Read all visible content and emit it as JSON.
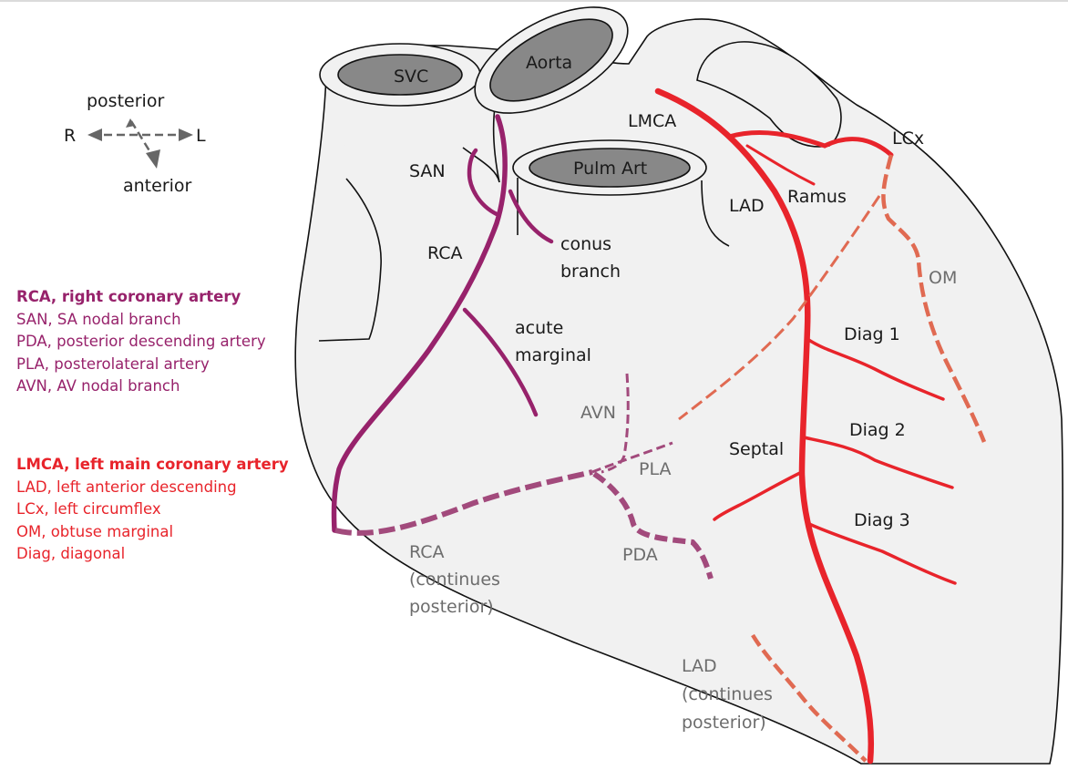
{
  "colors": {
    "rca": "#97226b",
    "rca_dashed": "#a24a7c",
    "left": "#e8242b",
    "left_dashed": "#e06a52",
    "heart_fill": "#f1f1f1",
    "vessel_fill": "#888888"
  },
  "orientation": {
    "posterior": "posterior",
    "anterior": "anterior",
    "right": "R",
    "left": "L"
  },
  "vessels": {
    "svc": "SVC",
    "aorta": "Aorta",
    "pulm_art": "Pulm Art"
  },
  "labels": {
    "san": "SAN",
    "rca": "RCA",
    "conus_1": "conus",
    "conus_2": "branch",
    "acute_1": "acute",
    "acute_2": "marginal",
    "avn": "AVN",
    "pla": "PLA",
    "pda": "PDA",
    "rca_cont_1": "RCA",
    "rca_cont_2": "(continues",
    "rca_cont_3": "posterior)",
    "lmca": "LMCA",
    "lcx": "LCx",
    "lad": "LAD",
    "ramus": "Ramus",
    "om": "OM",
    "diag1": "Diag 1",
    "diag2": "Diag 2",
    "diag3": "Diag 3",
    "septal": "Septal",
    "lad_cont_1": "LAD",
    "lad_cont_2": "(continues",
    "lad_cont_3": "posterior)"
  },
  "legend": {
    "rca_group": {
      "title": "RCA, right coronary artery",
      "items": [
        "SAN, SA nodal branch",
        "PDA, posterior descending artery",
        "PLA, posterolateral artery",
        "AVN, AV nodal branch"
      ]
    },
    "left_group": {
      "title": "LMCA, left main coronary artery",
      "items": [
        "LAD, left anterior descending",
        "LCx, left circumflex",
        "OM, obtuse marginal",
        "Diag, diagonal"
      ]
    }
  }
}
